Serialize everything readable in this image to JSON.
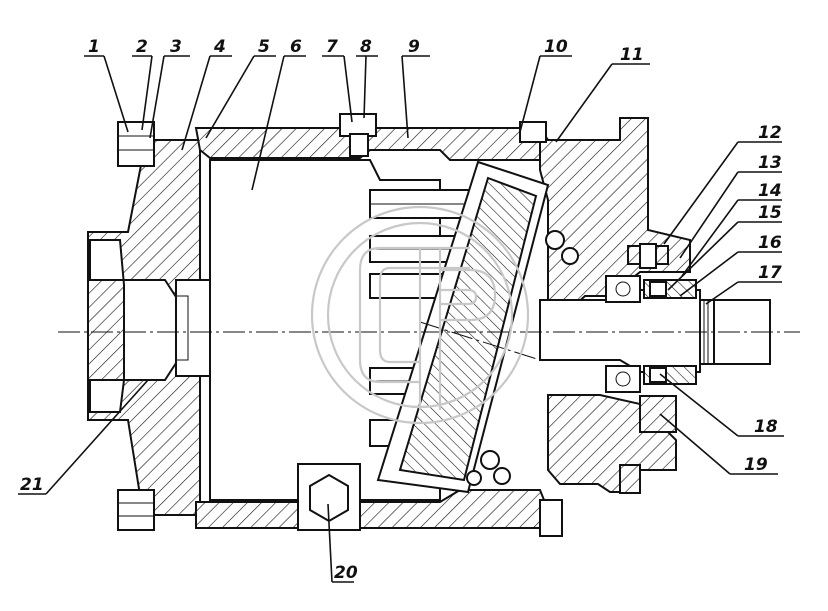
{
  "figure": {
    "labels": [
      "1",
      "2",
      "3",
      "4",
      "5",
      "6",
      "7",
      "8",
      "9",
      "10",
      "11",
      "12",
      "13",
      "14",
      "15",
      "16",
      "17",
      "18",
      "19",
      "20",
      "21"
    ]
  },
  "icons": {
    "watermark": "gp-monogram-icon"
  }
}
